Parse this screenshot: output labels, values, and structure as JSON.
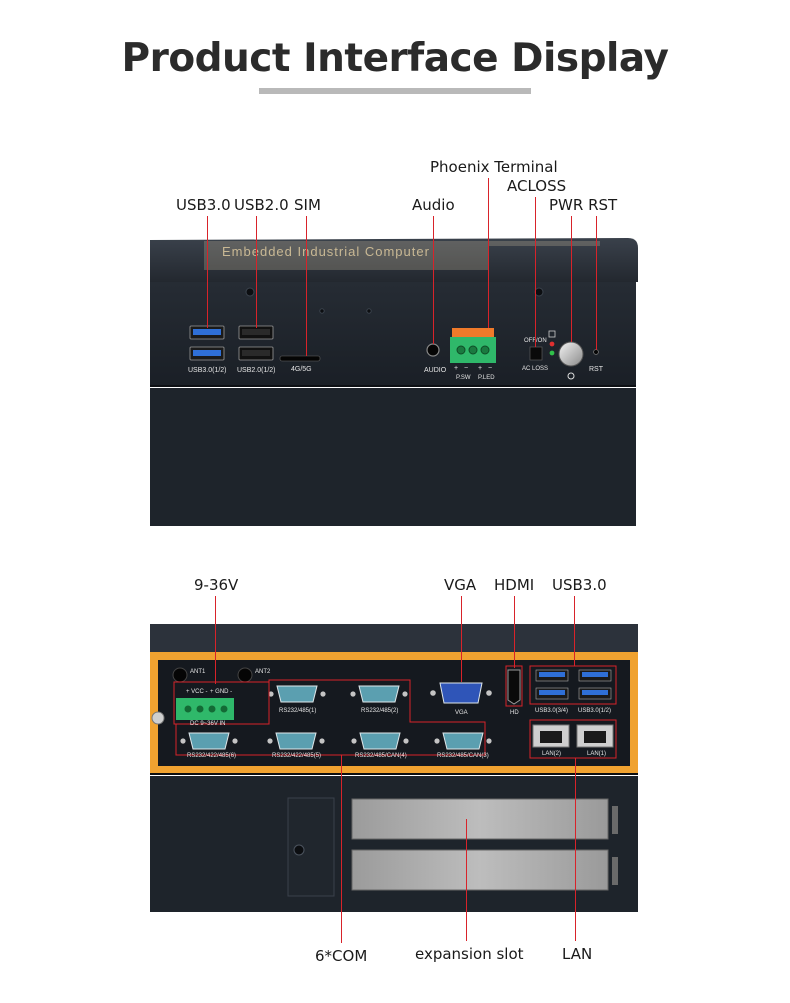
{
  "title": "Product Interface Display",
  "top_panel": {
    "banner_text": "Embedded Industrial Computer",
    "port_labels": {
      "usb3": "USB3.0(1/2)",
      "usb2": "USB2.0(1/2)",
      "sim": "4G/5G",
      "audio": "AUDIO",
      "p_sw": "P.SW",
      "p_led": "P.LED",
      "plus1": "+",
      "minus1": "−",
      "plus2": "+",
      "minus2": "−",
      "off_on": "OFF/ON",
      "ac_loss": "AC LOSS",
      "rst": "RST"
    },
    "callouts": {
      "usb3": "USB3.0",
      "usb2": "USB2.0",
      "sim": "SIM",
      "audio": "Audio",
      "phoenix": "Phoenix Terminal",
      "acloss": "ACLOSS",
      "pwr_rst": "PWR RST"
    }
  },
  "bottom_panel": {
    "port_labels": {
      "ant1": "ANT1",
      "ant2": "ANT2",
      "vcc": "+ VCC -",
      "gnd": "+ GND -",
      "dc_in": "DC 9~36V IN",
      "com1": "RS232/485(1)",
      "com2": "RS232/485(2)",
      "com3": "RS232/422/485(6)",
      "com4": "RS232/422/485(5)",
      "com5": "RS232/485/CAN(4)",
      "com6": "RS232/485/CAN(3)",
      "vga": "VGA",
      "hd": "HD",
      "usb3_34": "USB3.0(3/4)",
      "usb3_12": "USB3.0(1/2)",
      "lan2": "LAN(2)",
      "lan1": "LAN(1)"
    },
    "callouts": {
      "power": "9-36V",
      "vga": "VGA",
      "hdmi": "HDMI",
      "usb3": "USB3.0",
      "com": "6*COM",
      "expansion": "expansion slot",
      "lan": "LAN"
    }
  },
  "colors": {
    "chassis": "#1f252d",
    "orange": "#f0a230",
    "lead": "#d8232a",
    "port_blue": "#2f6fd6",
    "terminal_green": "#2fb86a",
    "terminal_orange": "#f07a2a",
    "db9": "#5b9fb0"
  }
}
